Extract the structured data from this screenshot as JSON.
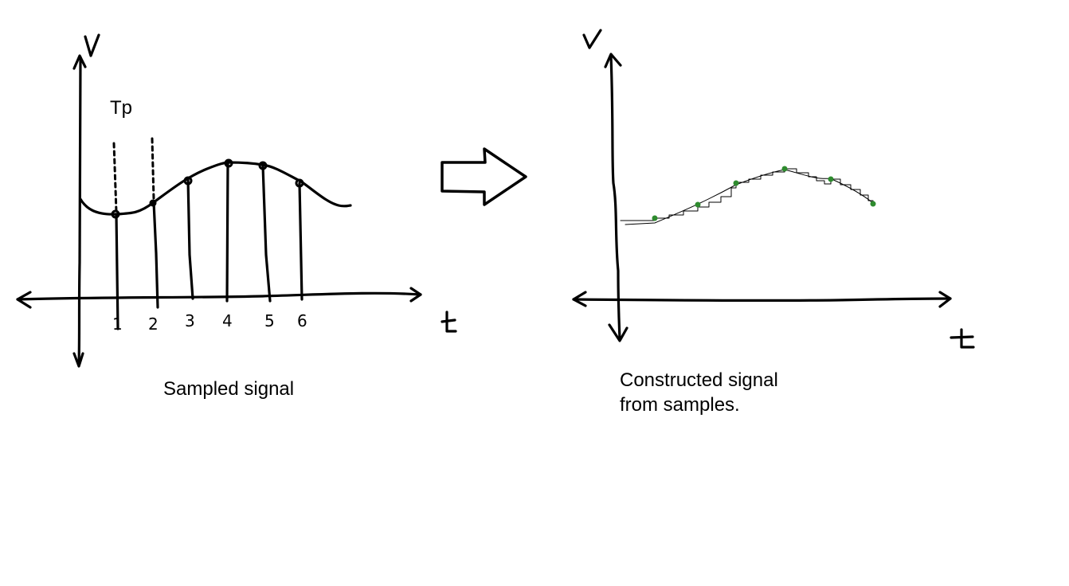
{
  "left_plot": {
    "y_axis_label": "V",
    "x_axis_label": "t",
    "period_label": "Tp",
    "sample_ticks": [
      "1",
      "2",
      "3",
      "4",
      "5",
      "6"
    ],
    "caption": "Sampled signal"
  },
  "right_plot": {
    "y_axis_label": "V",
    "x_axis_label": "t",
    "caption_line1": "Constructed signal",
    "caption_line2": "from samples."
  },
  "colors": {
    "ink": "#000000",
    "sample_dot": "#2e8b2e",
    "background": "#ffffff"
  }
}
